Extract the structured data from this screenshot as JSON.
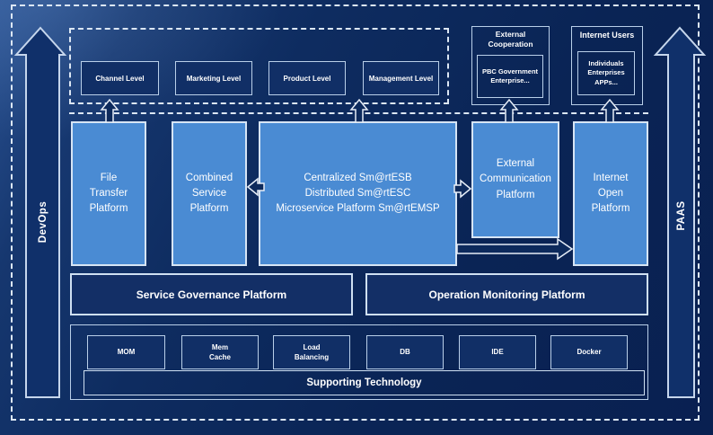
{
  "colors": {
    "background_navy": "#0d2a5c",
    "dark_box_fill": "#112f66",
    "light_box_fill": "#4a8bd3",
    "light_border": "#cfe0f2",
    "dashed_line": "#dce7f4",
    "text": "#ffffff"
  },
  "rails": {
    "left": "DevOps",
    "right": "PAAS"
  },
  "levels": {
    "items": [
      "Channel Level",
      "Marketing Level",
      "Product Level",
      "Management Level"
    ]
  },
  "external_cooperation": {
    "title": "External\nCooperation",
    "body": "PBC Government\nEnterprise..."
  },
  "internet_users": {
    "title": "Internet Users",
    "body": "Individuals\nEnterprises\nAPPs..."
  },
  "platforms": {
    "file_transfer": "File\nTransfer\nPlatform",
    "combined_service": "Combined\nService\nPlatform",
    "esb": "Centralized Sm@rtESB\nDistributed Sm@rtESC\nMicroservice Platform Sm@rtEMSP",
    "external_communication": "External\nCommunication\nPlatform",
    "internet_open": "Internet\nOpen\nPlatform"
  },
  "governance": "Service Governance Platform",
  "monitoring": "Operation Monitoring Platform",
  "supporting": {
    "technologies": [
      "MOM",
      "Mem\nCache",
      "Load\nBalancing",
      "DB",
      "IDE",
      "Docker"
    ],
    "bar": "Supporting Technology"
  }
}
